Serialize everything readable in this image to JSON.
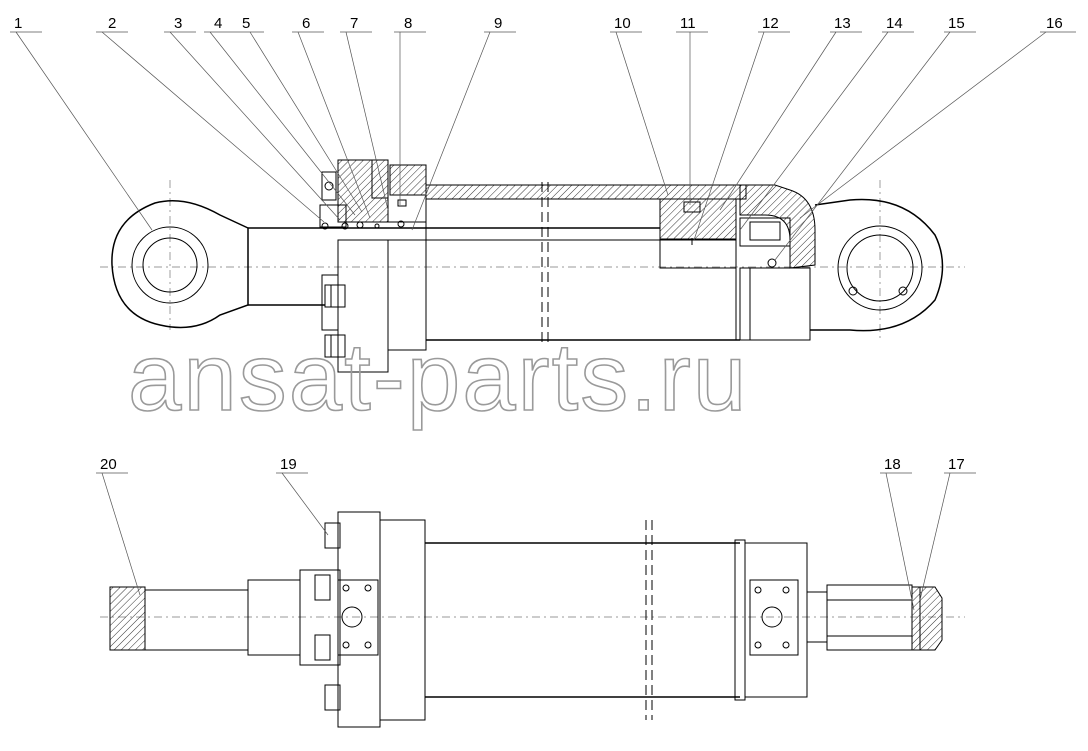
{
  "watermark": "ansat-parts.ru",
  "callouts_top": [
    {
      "id": "c1",
      "label": "1"
    },
    {
      "id": "c2",
      "label": "2"
    },
    {
      "id": "c3",
      "label": "3"
    },
    {
      "id": "c4",
      "label": "4"
    },
    {
      "id": "c5",
      "label": "5"
    },
    {
      "id": "c6",
      "label": "6"
    },
    {
      "id": "c7",
      "label": "7"
    },
    {
      "id": "c8",
      "label": "8"
    },
    {
      "id": "c9",
      "label": "9"
    },
    {
      "id": "c10",
      "label": "10"
    },
    {
      "id": "c11",
      "label": "11"
    },
    {
      "id": "c12",
      "label": "12"
    },
    {
      "id": "c13",
      "label": "13"
    },
    {
      "id": "c14",
      "label": "14"
    },
    {
      "id": "c15",
      "label": "15"
    },
    {
      "id": "c16",
      "label": "16"
    }
  ],
  "callouts_bottom": [
    {
      "id": "c17",
      "label": "17"
    },
    {
      "id": "c18",
      "label": "18"
    },
    {
      "id": "c19",
      "label": "19"
    },
    {
      "id": "c20",
      "label": "20"
    }
  ],
  "colors": {
    "line": "#000000",
    "watermark": "#9a9a9a",
    "background": "#ffffff"
  }
}
